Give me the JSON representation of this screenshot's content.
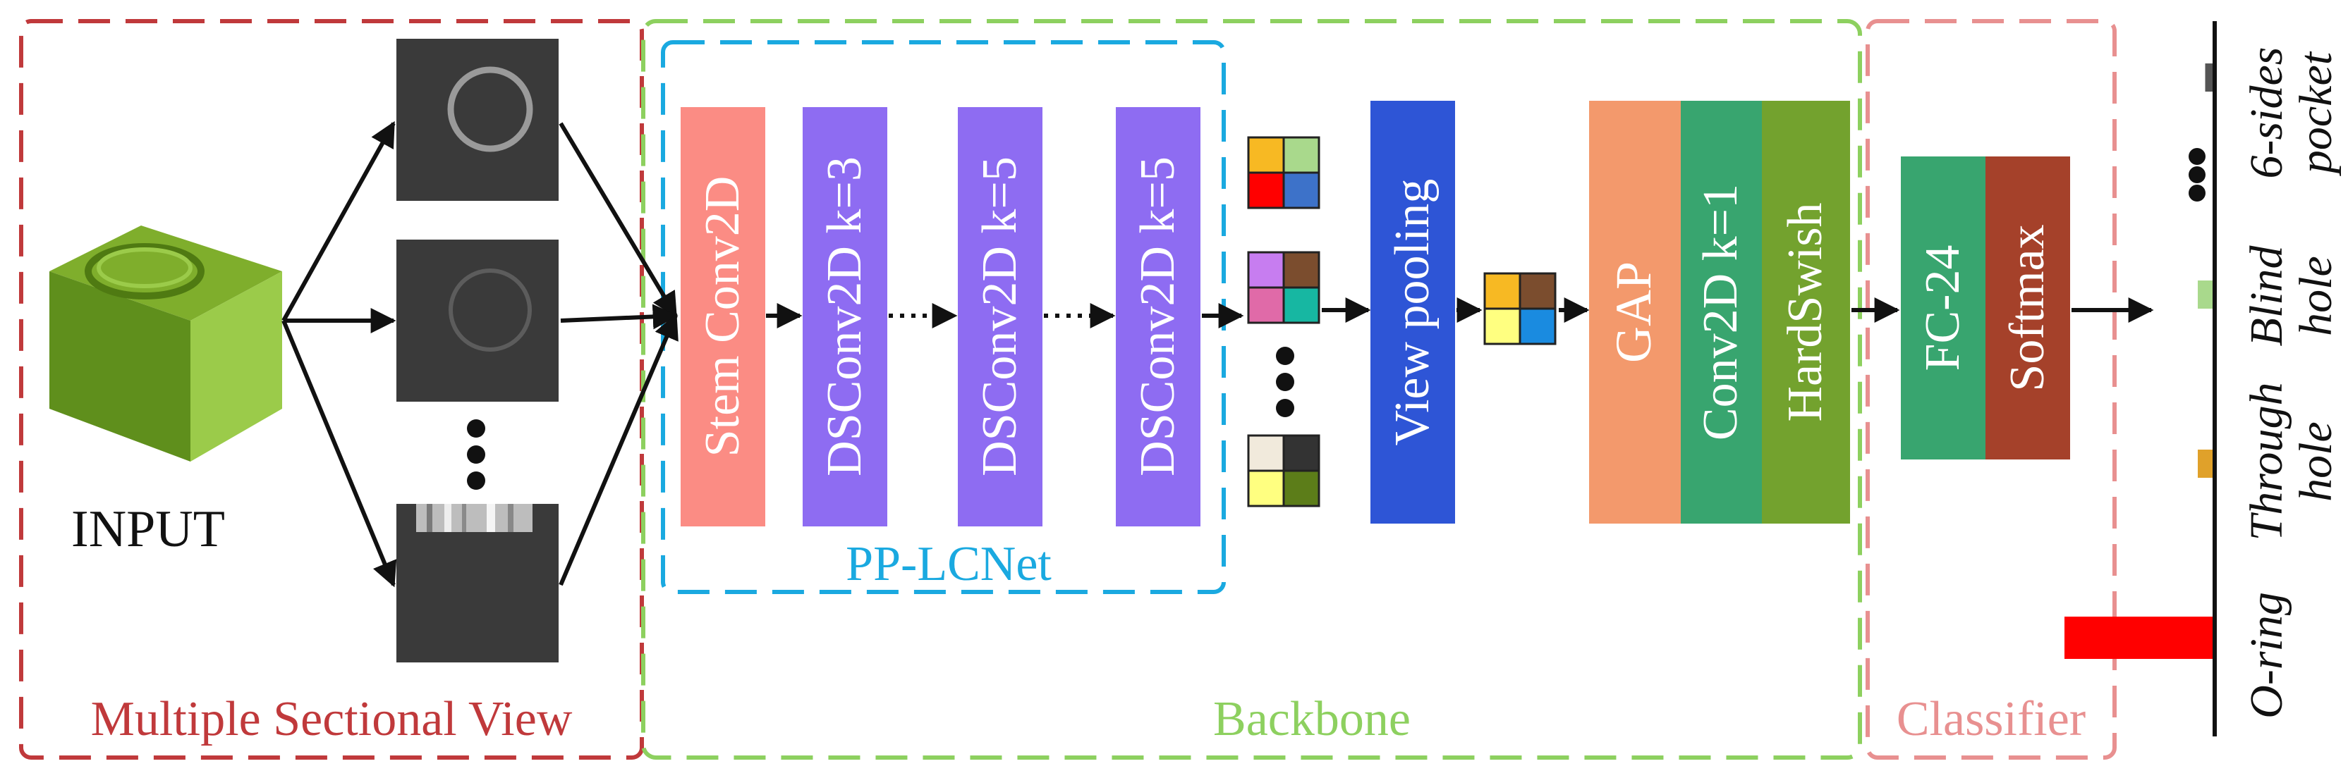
{
  "sections": {
    "input_label": "INPUT",
    "msv_title": "Multiple Sectional View",
    "backbone_title": "Backbone",
    "pplcnet_title": "PP-LCNet",
    "classifier_title": "Classifier"
  },
  "blocks": {
    "stem": "Stem Conv2D",
    "ds1": "DSConv2D k=3",
    "ds2": "DSConv2D k=5",
    "ds3": "DSConv2D k=5",
    "view_pooling": "View pooling",
    "gap": "GAP",
    "conv2d": "Conv2D k=1",
    "hardswish": "HardSwish",
    "fc": "FC-24",
    "softmax": "Softmax"
  },
  "outputs": [
    {
      "line1": "6-sides",
      "line2": "pocket",
      "value": 0.03,
      "color": "#555555"
    },
    {
      "line1": "Blind",
      "line2": "hole",
      "value": 0.06,
      "color": "#a9d98c"
    },
    {
      "line1": "Through",
      "line2": "hole",
      "value": 0.06,
      "color": "#e0a12a"
    },
    {
      "line1": "O-ring",
      "line2": "",
      "value": 0.6,
      "color": "#ff0000"
    }
  ],
  "colors": {
    "msv_border": "#c0393b",
    "backbone_border": "#8dd05f",
    "pplcnet_border": "#1aa9e0",
    "classifier_border": "#e89090",
    "stem": "#fb8c84",
    "dsconv": "#8e6cf2",
    "view_pooling": "#2e55d6",
    "gap": "#f3996c",
    "conv2d": "#38a56f",
    "hardswish": "#73a22e",
    "fc": "#38a56f",
    "softmax": "#a5412a"
  },
  "feature_tiles": [
    [
      "#f7b923",
      "#a9d98c",
      "#ff0000",
      "#3d72c9"
    ],
    [
      "#c77df0",
      "#7b4d2e",
      "#e06aa8",
      "#17b7a2"
    ],
    [
      "#f1eadc",
      "#333333",
      "#ffff80",
      "#5c7d19"
    ],
    [
      "#f7b923",
      "#7b4d2e",
      "#ffff80",
      "#1a8be0"
    ]
  ]
}
